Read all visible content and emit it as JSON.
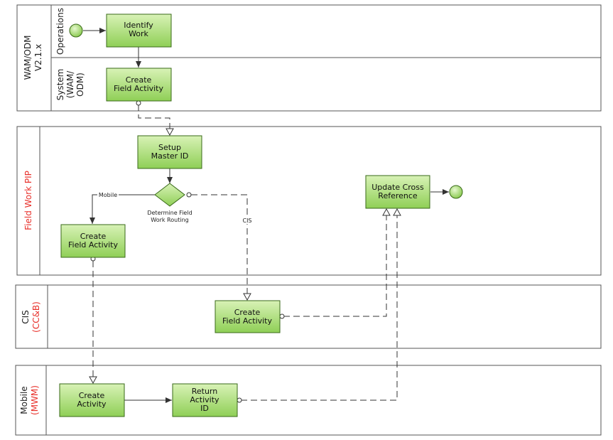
{
  "pools": {
    "wam": {
      "label_line1": "WAM/ODM",
      "label_line2": "V2.1.x",
      "lane_operations": "Operations",
      "lane_system_line1": "System",
      "lane_system_line2": "(WAM/",
      "lane_system_line3": "ODM)"
    },
    "fieldwork": {
      "label": "Field Work PIP"
    },
    "cis": {
      "label_line1": "CIS",
      "label_line2": "(CC&B)"
    },
    "mobile": {
      "label_line1": "Mobile",
      "label_line2": "(MWM)"
    }
  },
  "tasks": {
    "identify_work": [
      "Identify",
      "Work"
    ],
    "create_field_activity_wam": [
      "Create",
      "Field Activity"
    ],
    "setup_master_id": [
      "Setup",
      "Master ID"
    ],
    "update_cross_reference": [
      "Update Cross",
      "Reference"
    ],
    "create_field_activity_pip": [
      "Create",
      "Field Activity"
    ],
    "create_field_activity_cis": [
      "Create",
      "Field Activity"
    ],
    "create_activity_mobile": [
      "Create",
      "Activity"
    ],
    "return_activity_id": [
      "Return",
      "Activity",
      "ID"
    ]
  },
  "gateway": {
    "label_line1": "Determine Field",
    "label_line2": "Work Routing"
  },
  "flow_labels": {
    "mobile": "Mobile",
    "cis": "CIS"
  },
  "colors": {
    "task_top": "#d8f2b6",
    "task_bottom": "#8fcf56",
    "task_border": "#3a6a1a",
    "accent_red": "#e8302a"
  }
}
